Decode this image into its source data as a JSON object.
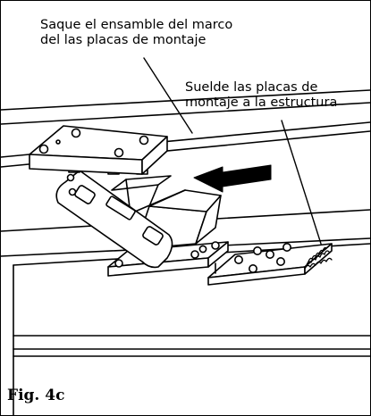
{
  "figure": {
    "label": "Fig. 4c",
    "callouts": [
      {
        "lines": [
          "Saque el ensamble del marco",
          "del las placas de montaje"
        ]
      },
      {
        "lines": [
          "Suelde las placas de",
          "montaje a la estructura"
        ]
      }
    ],
    "icons": [
      "arrow-left-icon"
    ],
    "colors": {
      "line": "#000000",
      "background": "#ffffff"
    }
  }
}
